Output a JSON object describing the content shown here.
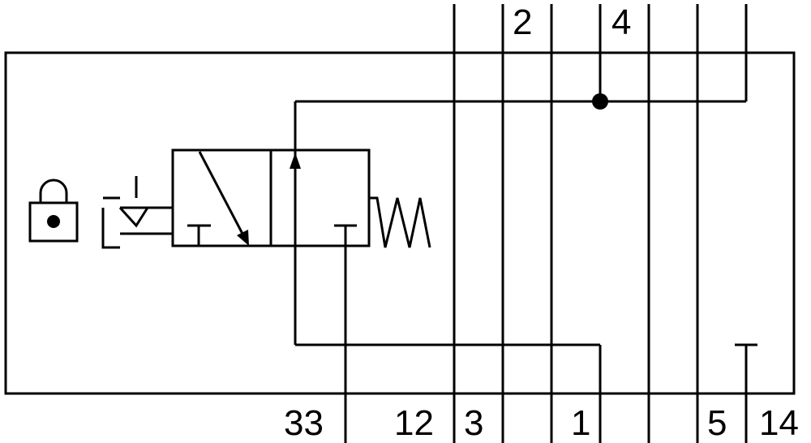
{
  "diagram": {
    "type": "pneumatic valve schematic",
    "port_labels_top": [
      "2",
      "4"
    ],
    "port_labels_bottom": [
      "33",
      "12",
      "3",
      "1",
      "5",
      "14"
    ],
    "icons": [
      "padlock-icon",
      "manual-lever-actuator-icon",
      "spring-return-icon",
      "flow-arrow-icon",
      "exhaust-block-icon"
    ],
    "line_color": "#000000",
    "background_color": "#ffffff"
  }
}
